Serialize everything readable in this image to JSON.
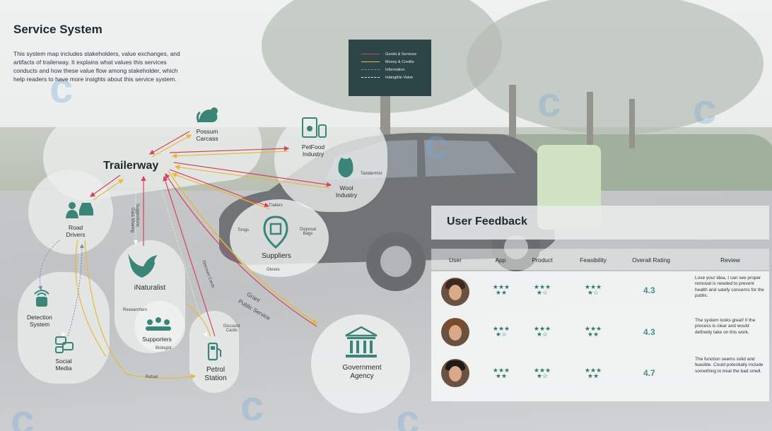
{
  "title": "Service System",
  "intro": "This system map includes stakeholders, value exchanges, and artifacts of trailerway. It explains what values this services conducts and how these value flow among stakeholder, which help readers to have more insights about this service system.",
  "legend": [
    {
      "label": "Goods & Services",
      "color": "#d7425c",
      "style": "solid"
    },
    {
      "label": "Money & Credits",
      "color": "#e7b93b",
      "style": "solid"
    },
    {
      "label": "Information",
      "color": "#6f8fb3",
      "style": "dashed"
    },
    {
      "label": "Intangible Value",
      "color": "#e7ece8",
      "style": "dashed"
    }
  ],
  "nodes": {
    "hub": "Trailerway",
    "possum": "Possum\nCarcass",
    "petfood": "PetFood\nIndustry",
    "wool": "Wool\nIndustry",
    "suppliers": "Suppliers",
    "road_drivers": "Road\nDrivers",
    "inaturalist": "iNaturalist",
    "supporters": "Supporters",
    "detection": "Detection\nSystem",
    "social": "Social\nMedia",
    "petrol": "Petrol\nStation",
    "government": "Government\nAgency"
  },
  "flow_labels": {
    "taxidermist": "Taxidermist",
    "trailers": "Trailers",
    "tongs": "Tongs",
    "disposal_bags": "Disposal\nBags",
    "gloves": "Gloves",
    "suggestions": "Suggestions",
    "data_sharing": "Data Sharing",
    "discount_cards_diag": "Discount Cards",
    "researchers": "Researchers",
    "biologist": "Biologist",
    "discount_cards": "Discount\nCards",
    "refuel": "Refuel",
    "grant": "Grant",
    "public_service": "Public Service"
  },
  "feedback": {
    "title": "User Feedback",
    "columns": [
      "User",
      "App",
      "Product",
      "Feasibility",
      "Overall Rating",
      "Review"
    ],
    "rows": [
      {
        "app": 5,
        "product": 4,
        "feasibility": 4,
        "rating": "4.3",
        "review": "Love your idea, I can see proper removal is needed to prevent health and satefy concerns for the public."
      },
      {
        "app": 4,
        "product": 4,
        "feasibility": 5,
        "rating": "4.3",
        "review": "The system looks great! It the process is clear and would definetly take on this work."
      },
      {
        "app": 5,
        "product": 4,
        "feasibility": 5,
        "rating": "4.7",
        "review": "The function seems solid and feasible. Could potentially include something to treat the bad smell."
      }
    ]
  },
  "colors": {
    "accent": "#3b8578",
    "goods": "#d7425c",
    "money": "#e7b93b",
    "info": "#6f8fb3",
    "legend_bg": "#2c4546"
  }
}
